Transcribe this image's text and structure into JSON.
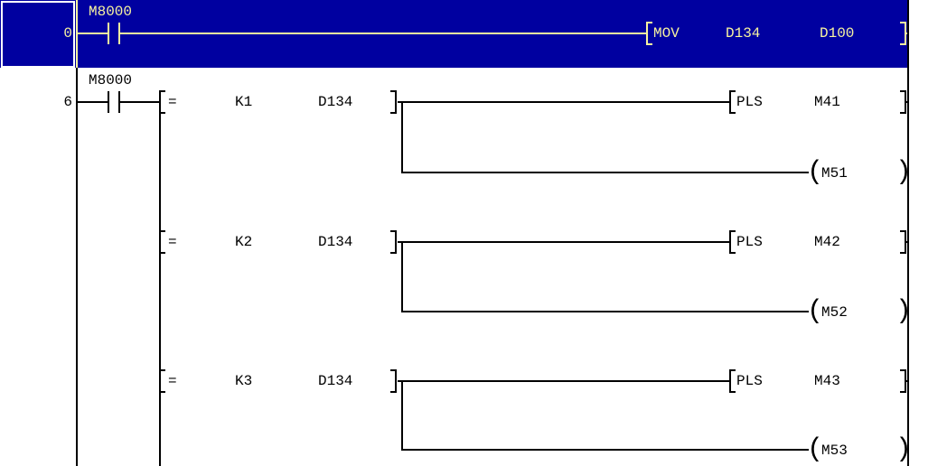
{
  "editor": {
    "background": "#FFFFFF",
    "wire_color": "#000000",
    "selection_bg": "#0000A0",
    "selection_fg": "#F7F3A0",
    "cursor_border": "#FFFFFF"
  },
  "symbols": {
    "coil_open": "(",
    "coil_close": ")"
  },
  "rungs": [
    {
      "step": "0",
      "selected": true,
      "contact_label": "M8000",
      "instruction": {
        "op": "MOV",
        "source": "D134",
        "dest": "D100"
      }
    },
    {
      "step": "6",
      "selected": false,
      "contact_label": "M8000",
      "branches": [
        {
          "compare_op": "=",
          "compare_value": "K1",
          "compare_register": "D134",
          "pulse_op": "PLS",
          "pulse_device": "M41",
          "coil_device": "M51"
        },
        {
          "compare_op": "=",
          "compare_value": "K2",
          "compare_register": "D134",
          "pulse_op": "PLS",
          "pulse_device": "M42",
          "coil_device": "M52"
        },
        {
          "compare_op": "=",
          "compare_value": "K3",
          "compare_register": "D134",
          "pulse_op": "PLS",
          "pulse_device": "M43",
          "coil_device": "M53"
        }
      ]
    }
  ]
}
